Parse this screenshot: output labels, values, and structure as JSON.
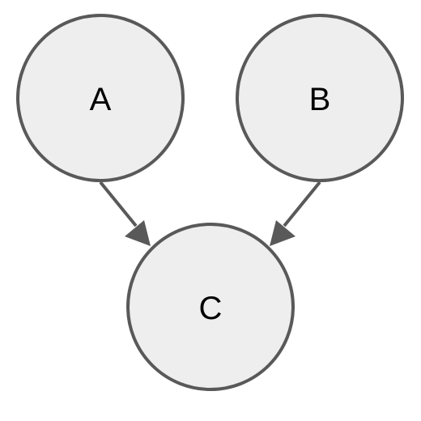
{
  "nodes": [
    {
      "id": "A",
      "label": "A"
    },
    {
      "id": "B",
      "label": "B"
    },
    {
      "id": "C",
      "label": "C"
    }
  ],
  "edges": [
    {
      "from": "A",
      "to": "C"
    },
    {
      "from": "B",
      "to": "C"
    }
  ],
  "colors": {
    "node_fill": "#eeeeee",
    "node_stroke": "#595959",
    "edge": "#595959",
    "label": "#000000"
  }
}
